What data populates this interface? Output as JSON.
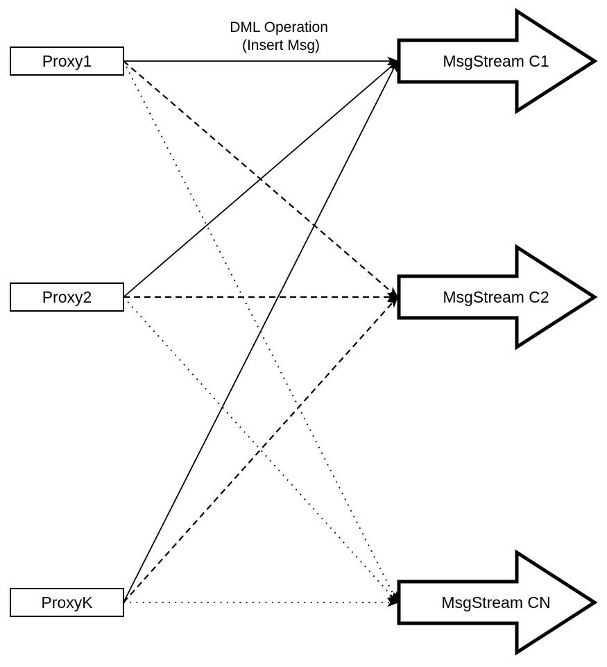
{
  "diagram": {
    "annotation": {
      "line1": "DML Operation",
      "line2": "(Insert Msg)"
    },
    "colors": {
      "stroke": "#000000",
      "fill": "#ffffff",
      "background": "#ffffff"
    },
    "proxies": [
      {
        "id": "proxy1",
        "label": "Proxy1"
      },
      {
        "id": "proxy2",
        "label": "Proxy2"
      },
      {
        "id": "proxyK",
        "label": "ProxyK"
      }
    ],
    "streams": [
      {
        "id": "c1",
        "label": "MsgStream C1"
      },
      {
        "id": "c2",
        "label": "MsgStream C2"
      },
      {
        "id": "cn",
        "label": "MsgStream CN"
      }
    ],
    "edges": [
      {
        "from": "proxy1",
        "to": "c1",
        "style": "solid"
      },
      {
        "from": "proxy1",
        "to": "c2",
        "style": "dashed"
      },
      {
        "from": "proxy1",
        "to": "cn",
        "style": "dotted"
      },
      {
        "from": "proxy2",
        "to": "c1",
        "style": "solid"
      },
      {
        "from": "proxy2",
        "to": "c2",
        "style": "dashed"
      },
      {
        "from": "proxy2",
        "to": "cn",
        "style": "dotted"
      },
      {
        "from": "proxyK",
        "to": "c1",
        "style": "solid"
      },
      {
        "from": "proxyK",
        "to": "c2",
        "style": "dashed"
      },
      {
        "from": "proxyK",
        "to": "cn",
        "style": "dotted"
      }
    ]
  }
}
